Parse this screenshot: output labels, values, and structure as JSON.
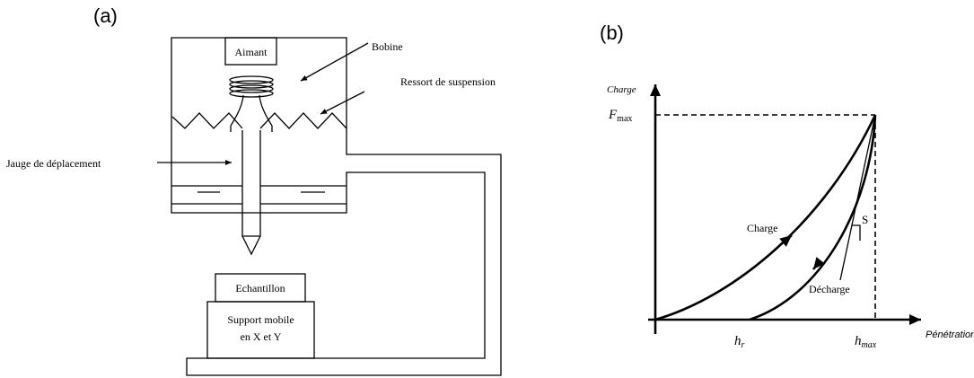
{
  "panel_a": {
    "label": "(a)",
    "magnet": "Aimant",
    "coil": "Bobine",
    "spring": "Ressort de suspension",
    "gauge": "Jauge de déplacement",
    "sample": "Echantillon",
    "support_line1": "Support mobile",
    "support_line2": "en X et Y"
  },
  "panel_b": {
    "label": "(b)",
    "y_axis": "Charge",
    "f_max_letter": "F",
    "f_max_sub": "max",
    "x_axis": "Pénétration",
    "h_r_letter": "h",
    "h_r_sub": "r",
    "h_max_letter": "h",
    "h_max_sub": "max",
    "loading": "Charge",
    "unloading": "Décharge",
    "stiffness": "S"
  }
}
